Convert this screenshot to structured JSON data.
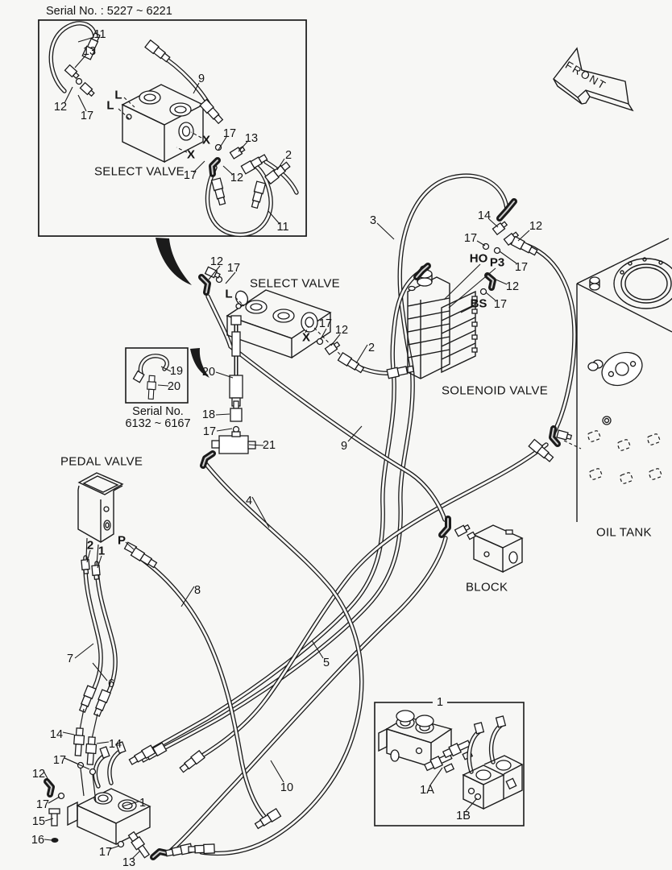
{
  "serials": {
    "range_a": "Serial No. : 5227 ~ 6221",
    "range_b_line1": "Serial No.",
    "range_b_line2": "6132 ~ 6167"
  },
  "components": {
    "select_valve": "SELECT VALVE",
    "solenoid_valve": "SOLENOID VALVE",
    "oil_tank": "OIL TANK",
    "pedal_valve": "PEDAL VALVE",
    "block": "BLOCK",
    "front": "FRONT"
  },
  "parts": {
    "p1": "1",
    "p1a": "1A",
    "p1b": "1B",
    "p2": "2",
    "p3": "3",
    "p4": "4",
    "p5": "5",
    "p6": "6",
    "p7": "7",
    "p8": "8",
    "p9": "9",
    "p10": "10",
    "p11": "11",
    "p12": "12",
    "p13": "13",
    "p14": "14",
    "p15": "15",
    "p16": "16",
    "p17": "17",
    "p18": "18",
    "p19": "19",
    "p20": "20",
    "p21": "21"
  },
  "ports": {
    "L": "L",
    "X": "X",
    "P": "P",
    "HO": "HO",
    "P3": "P3",
    "BS": "BS"
  }
}
